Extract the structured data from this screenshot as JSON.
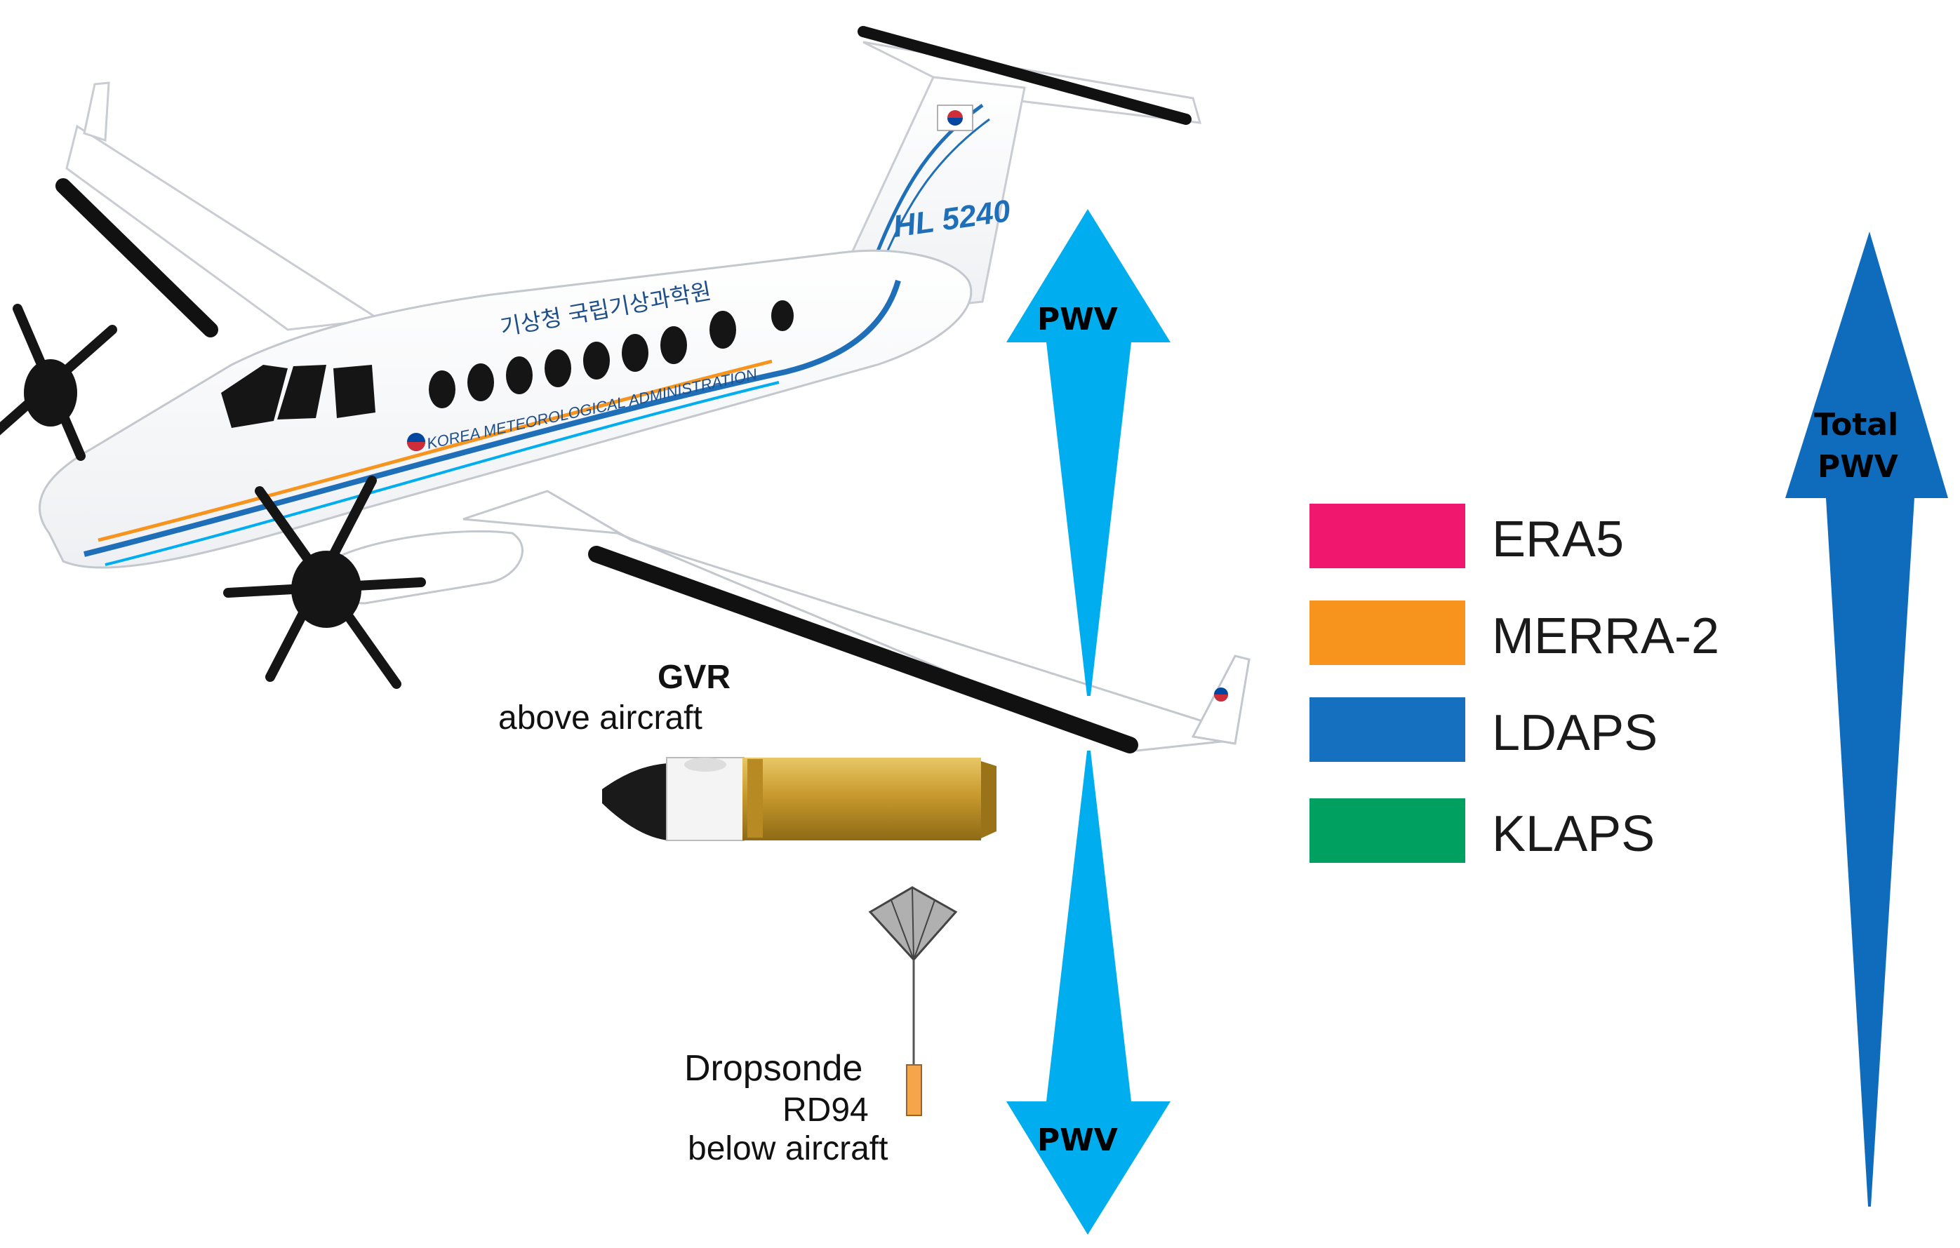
{
  "aircraft": {
    "tail_number": "HL 5240",
    "fuselage_text_korean": "기상청 국립기상과학원",
    "fuselage_text_english": "KOREA METEOROLOGICAL ADMINISTRATION"
  },
  "instruments": {
    "gvr_name": "GVR",
    "gvr_position": "above aircraft",
    "dropsonde_name": "Dropsonde",
    "dropsonde_model": "RD94",
    "dropsonde_position": "below aircraft"
  },
  "arrows": {
    "upper_label": "PWV",
    "lower_label": "PWV",
    "total_label_line1": "Total",
    "total_label_line2": "PWV",
    "light_color": "#00AEEF",
    "dark_color": "#0F6CBD"
  },
  "legend": [
    {
      "name": "ERA5",
      "color": "#F0176E"
    },
    {
      "name": "MERRA-2",
      "color": "#F7941D"
    },
    {
      "name": "LDAPS",
      "color": "#1570C0"
    },
    {
      "name": "KLAPS",
      "color": "#00A060"
    }
  ]
}
